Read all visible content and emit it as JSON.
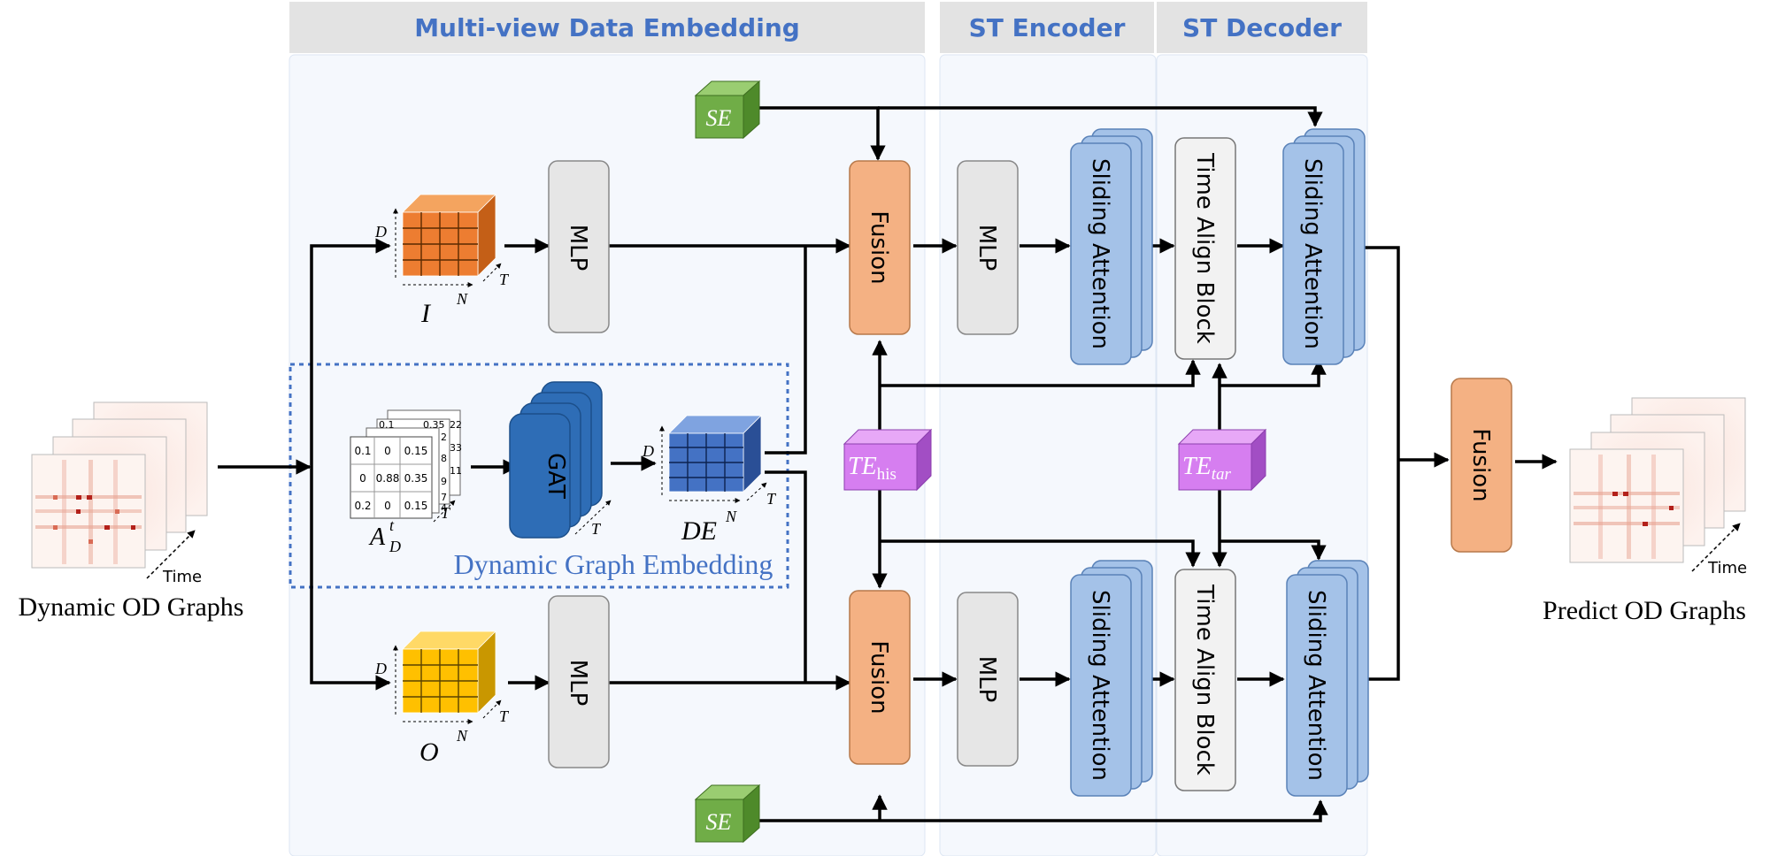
{
  "sections": {
    "embedding_title": "Multi-view Data Embedding",
    "encoder_title": "ST Encoder",
    "decoder_title": "ST Decoder",
    "dynamic_graph_label": "Dynamic Graph Embedding"
  },
  "inputs": {
    "left_caption": "Dynamic OD Graphs",
    "left_time": "Time",
    "right_caption": "Predict OD Graphs",
    "right_time": "Time"
  },
  "blocks": {
    "mlp": "MLP",
    "fusion": "Fusion",
    "gat": "GAT",
    "sliding_attention": "Sliding Attention",
    "time_align": "Time Align Block",
    "se": "SE",
    "te_his_main": "TE",
    "te_his_sub": "his",
    "te_tar_main": "TE",
    "te_tar_sub": "tar"
  },
  "tensors": {
    "inflow_label": "I",
    "outflow_label": "O",
    "de_label": "DE",
    "adj_main": "A",
    "adj_sub": "D",
    "adj_sup": "t",
    "axis_d": "D",
    "axis_n": "N",
    "axis_t": "T"
  },
  "adjacency_values": {
    "row1": [
      "0.1",
      "0",
      "0.15"
    ],
    "row2": [
      "0",
      "0.88",
      "0.35"
    ],
    "row3": [
      "0.2",
      "0",
      "0.15"
    ],
    "back_partial": [
      "0.1",
      "0.35",
      "22",
      "2",
      "33",
      "8",
      "11",
      "9",
      "7",
      "4"
    ]
  },
  "colors": {
    "title_bar": "#e3e3e3",
    "title_text": "#4472c4",
    "panel_fill": "#f5f8fd",
    "mlp_fill": "#e6e6e6",
    "fusion_fill": "#f4b183",
    "gat_fill": "#2e6db6",
    "sliding_fill": "#a4c2e8",
    "time_align_fill": "#f2f2f2",
    "se_fill": "#70ad47",
    "te_fill": "#d67ef0",
    "inflow_cube": "#ed7d31",
    "outflow_cube": "#ffc000",
    "de_cube": "#4472c4",
    "dashed_box": "#4472c4"
  }
}
